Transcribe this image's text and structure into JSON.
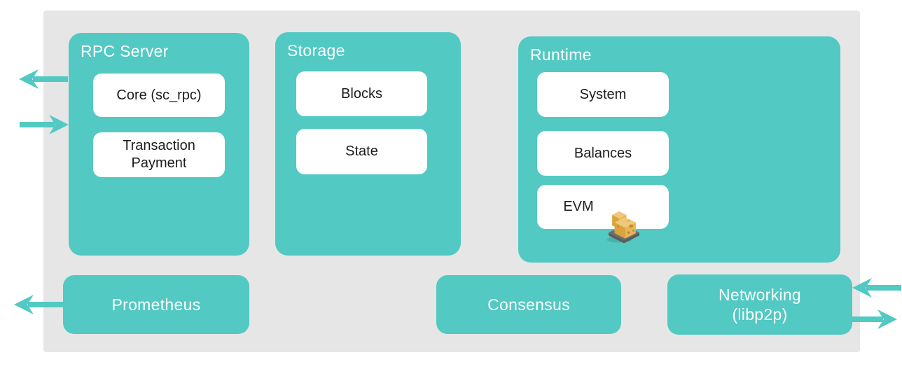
{
  "colors": {
    "teal": "#52c9c3",
    "panel_gray": "#e6e6e6",
    "text_dark": "#1c1c1c",
    "white": "#ffffff",
    "cheese_top": "#f0c878",
    "cheese_left": "#d9a53f",
    "cheese_right": "#e7b553",
    "cheese_hole": "#c08a36",
    "pallet_dark": "#5c5c5c"
  },
  "groups": {
    "rpc_server": {
      "title": "RPC Server",
      "items": [
        "Core (sc_rpc)",
        "Transaction\nPayment"
      ]
    },
    "storage": {
      "title": "Storage",
      "items": [
        "Blocks",
        "State"
      ]
    },
    "runtime": {
      "title": "Runtime",
      "items": [
        "System",
        "Balances",
        "EVM"
      ]
    }
  },
  "nodes": {
    "prometheus": {
      "label": "Prometheus"
    },
    "consensus": {
      "label": "Consensus"
    },
    "networking": {
      "label": "Networking\n(libp2p)"
    }
  },
  "icons": {
    "evm_badge": "cheese-pallet-icon",
    "arrows": [
      "rpc-outbound-arrow-left",
      "rpc-inbound-arrow-right",
      "prometheus-outbound-arrow-left",
      "networking-inbound-arrow-left",
      "networking-outbound-arrow-right"
    ]
  }
}
